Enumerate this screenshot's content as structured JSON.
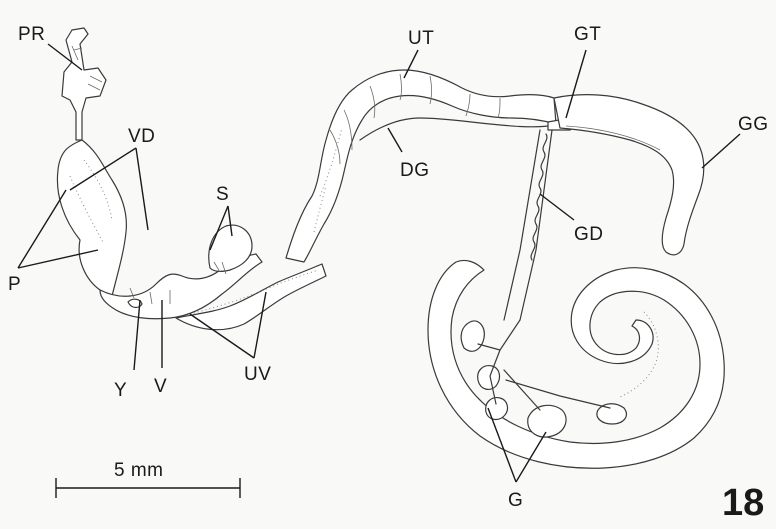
{
  "labels": {
    "PR": "PR",
    "VD": "VD",
    "S": "S",
    "P": "P",
    "Y": "Y",
    "V": "V",
    "UV": "UV",
    "UT": "UT",
    "DG": "DG",
    "GT": "GT",
    "GD": "GD",
    "GG": "GG",
    "G": "G"
  },
  "scale_bar": {
    "text": "5 mm"
  },
  "figure_number": "18"
}
